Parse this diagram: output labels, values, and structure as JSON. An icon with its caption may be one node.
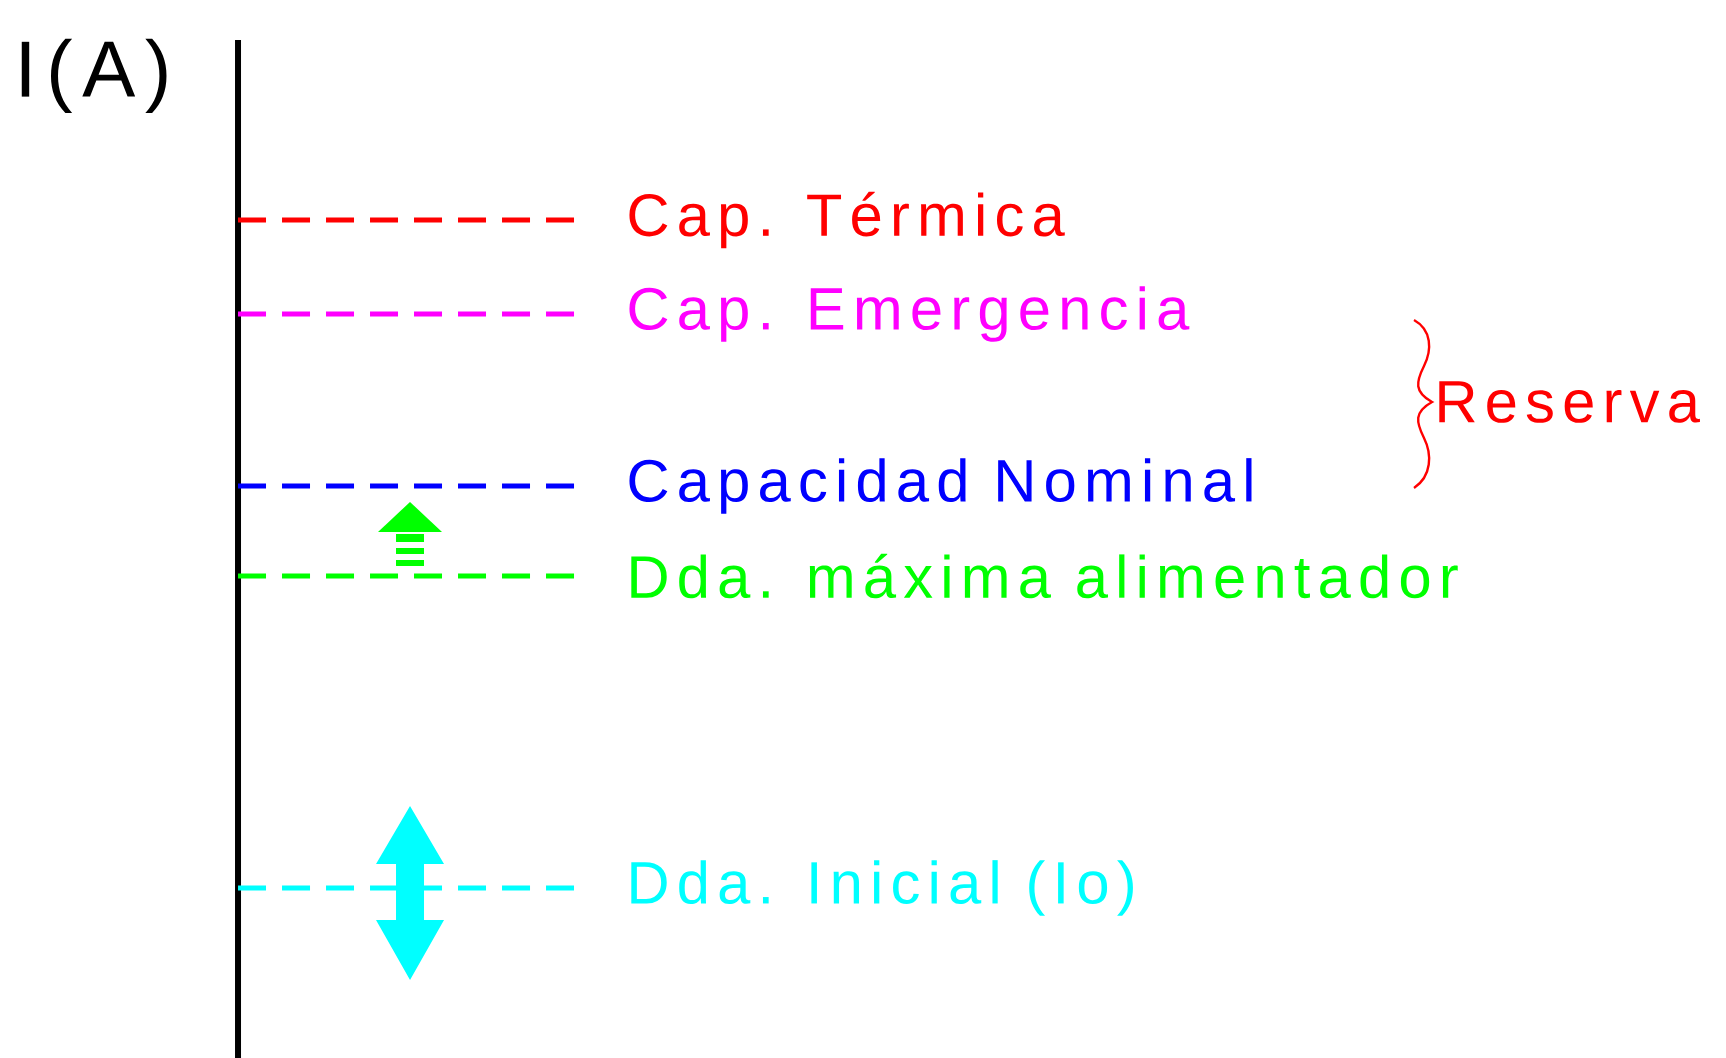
{
  "diagram": {
    "nodes": [
      {
        "text": [
          "Cap. Térmica"
        ]
      },
      {
        "text": [
          "Cap. Emergencia"
        ]
      },
      {
        "text": [
          "Capacidad Nominal"
        ]
      },
      {
        "text": [
          "Dda. máxima alimentador"
        ]
      },
      {
        "text": [
          "Dda. Inicial (Io)"
        ]
      }
    ],
    "edges": [
      {
        "from": null,
        "to": 0,
        "arrow": "none",
        "style": "dashed",
        "color": "#ff0000"
      },
      {
        "from": null,
        "to": 1,
        "arrow": "none",
        "style": "dashed",
        "color": "#ff00ff"
      },
      {
        "from": null,
        "to": 2,
        "arrow": "none",
        "style": "dashed",
        "color": "#0000ff"
      },
      {
        "from": null,
        "to": 3,
        "arrow": "none",
        "style": "dashed",
        "color": "#00ff00"
      },
      {
        "from": null,
        "to": 4,
        "arrow": "none",
        "style": "dashed",
        "color": "#00ffff"
      }
    ],
    "labels": [
      "I(A)",
      "Reserva"
    ]
  }
}
